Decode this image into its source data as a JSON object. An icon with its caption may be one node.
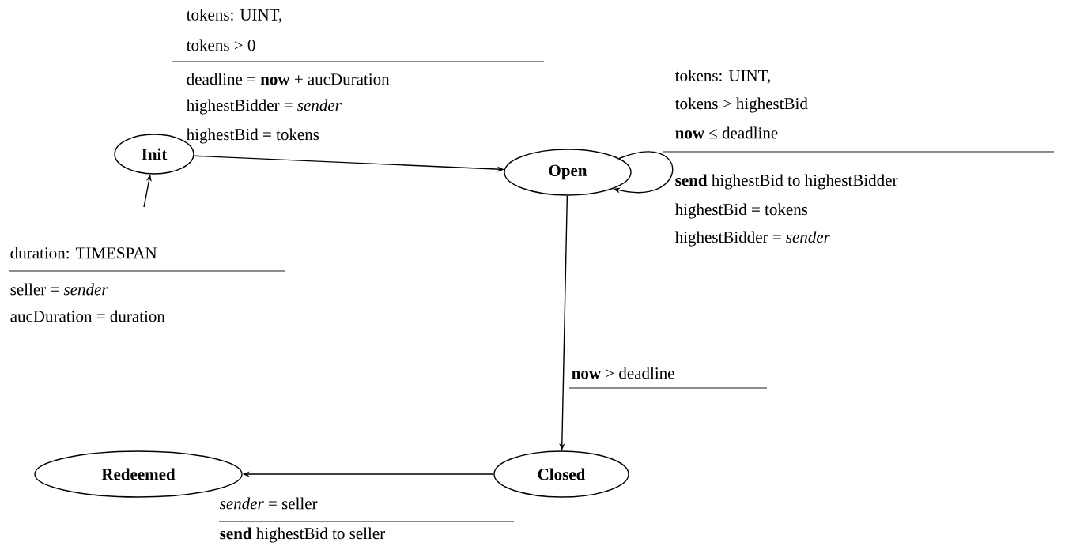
{
  "diagram": {
    "nodes": [
      {
        "text": [
          "Init"
        ]
      },
      {
        "text": [
          "Open"
        ]
      },
      {
        "text": [
          "Closed"
        ]
      },
      {
        "text": [
          "Redeemed"
        ]
      }
    ],
    "edges": [
      {
        "from": null,
        "to": 0,
        "arrow": "to"
      },
      {
        "from": 0,
        "to": 1,
        "arrow": "to"
      },
      {
        "from": 1,
        "to": 1,
        "arrow": "to"
      },
      {
        "from": 1,
        "to": 2,
        "arrow": "to"
      },
      {
        "from": 2,
        "to": 3,
        "arrow": "to"
      }
    ],
    "labels": [
      "tokens: UINT,",
      "tokens > 0",
      "deadline = **now** + aucDuration",
      "highestBidder = *sender*",
      "highestBid = tokens",
      "tokens: UINT,",
      "tokens > highestBid",
      "**now** ≤ deadline",
      "**send** highestBid to highestBidder",
      "highestBid = tokens",
      "highestBidder = *sender*",
      "duration: TIMESPAN",
      "seller = *sender*",
      "aucDuration = duration",
      "**now** > deadline",
      "*sender* = seller",
      "**send** highestBid to seller"
    ]
  }
}
